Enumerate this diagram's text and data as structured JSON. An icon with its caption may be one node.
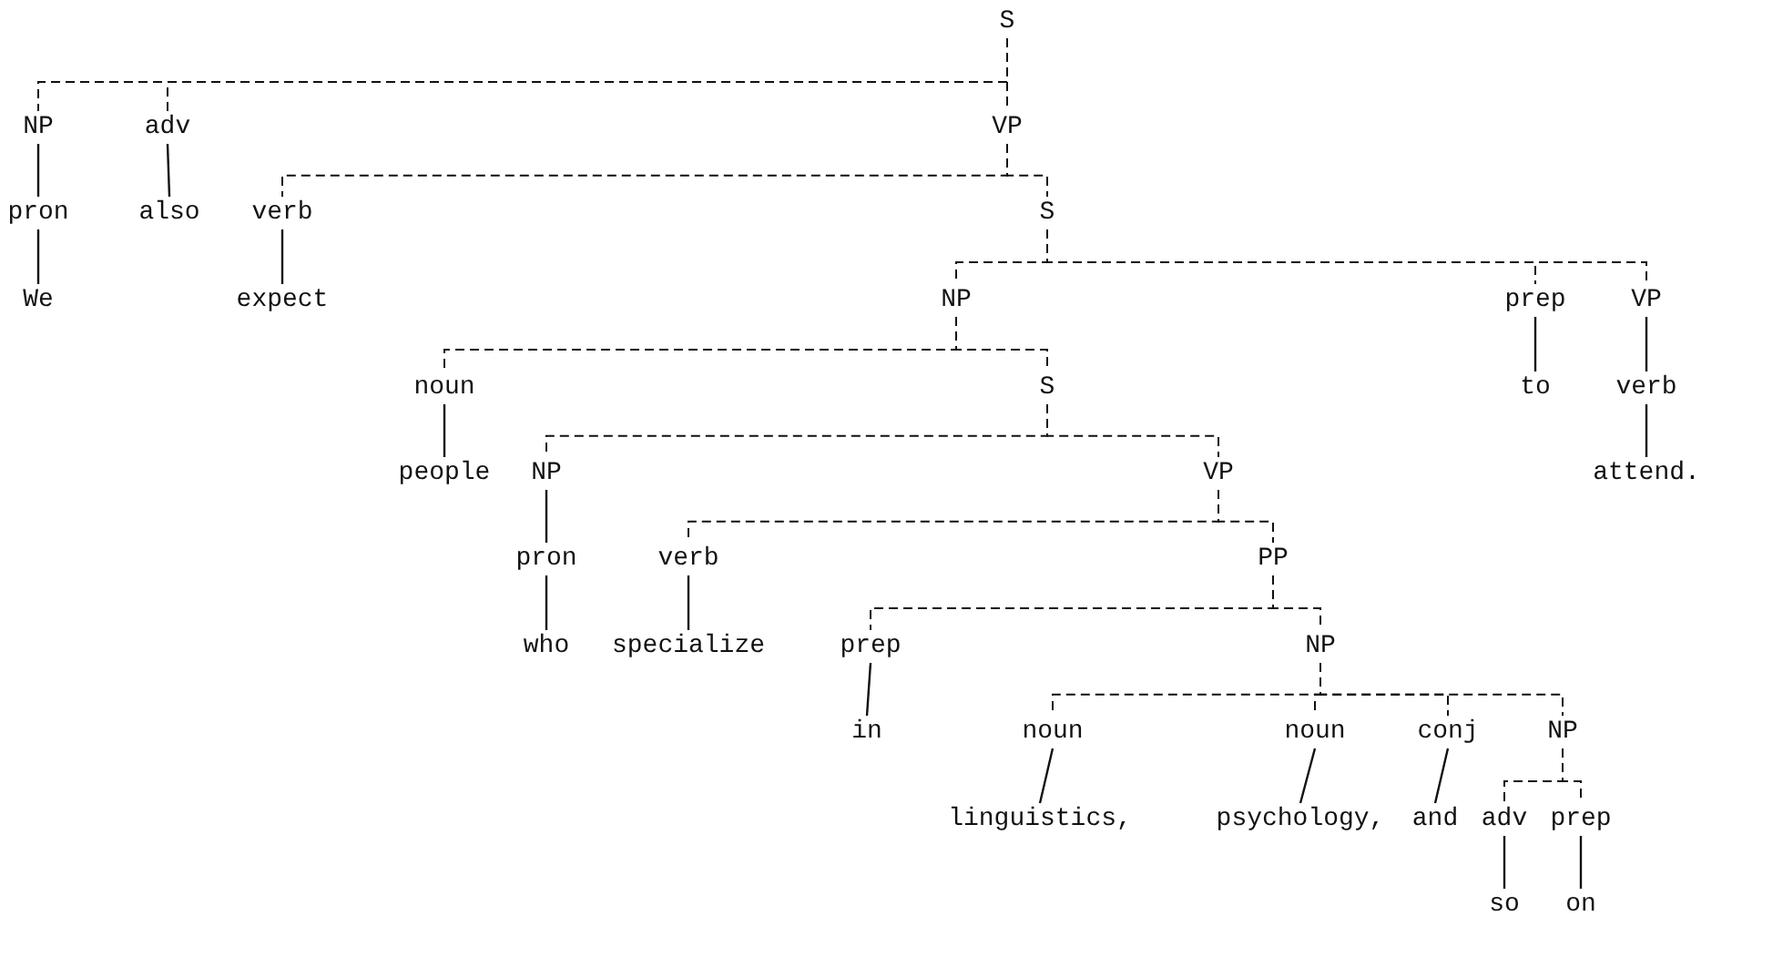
{
  "diagram": {
    "nodes": [
      {
        "text": [
          "S"
        ]
      },
      {
        "text": [
          "NP"
        ]
      },
      {
        "text": [
          "adv"
        ]
      },
      {
        "text": [
          "VP"
        ]
      },
      {
        "text": [
          "pron"
        ]
      },
      {
        "text": [
          "also"
        ]
      },
      {
        "text": [
          "verb"
        ]
      },
      {
        "text": [
          "S"
        ]
      },
      {
        "text": [
          "We"
        ]
      },
      {
        "text": [
          "expect"
        ]
      },
      {
        "text": [
          "NP"
        ]
      },
      {
        "text": [
          "prep"
        ]
      },
      {
        "text": [
          "VP"
        ]
      },
      {
        "text": [
          "noun"
        ]
      },
      {
        "text": [
          "S"
        ]
      },
      {
        "text": [
          "to"
        ]
      },
      {
        "text": [
          "verb"
        ]
      },
      {
        "text": [
          "people"
        ]
      },
      {
        "text": [
          "NP"
        ]
      },
      {
        "text": [
          "VP"
        ]
      },
      {
        "text": [
          "attend."
        ]
      },
      {
        "text": [
          "pron"
        ]
      },
      {
        "text": [
          "verb"
        ]
      },
      {
        "text": [
          "PP"
        ]
      },
      {
        "text": [
          "who"
        ]
      },
      {
        "text": [
          "specialize"
        ]
      },
      {
        "text": [
          "prep"
        ]
      },
      {
        "text": [
          "NP"
        ]
      },
      {
        "text": [
          "in"
        ]
      },
      {
        "text": [
          "noun"
        ]
      },
      {
        "text": [
          "noun"
        ]
      },
      {
        "text": [
          "conj"
        ]
      },
      {
        "text": [
          "NP"
        ]
      },
      {
        "text": [
          "linguistics,"
        ]
      },
      {
        "text": [
          "psychology,"
        ]
      },
      {
        "text": [
          "and"
        ]
      },
      {
        "text": [
          "adv"
        ]
      },
      {
        "text": [
          "prep"
        ]
      },
      {
        "text": [
          "so"
        ]
      },
      {
        "text": [
          "on"
        ]
      }
    ],
    "edges": [
      {
        "from": 0,
        "to": 1,
        "arrow": "none",
        "style": "dashed"
      },
      {
        "from": 0,
        "to": 2,
        "arrow": "none",
        "style": "dashed"
      },
      {
        "from": 0,
        "to": 3,
        "arrow": "none",
        "style": "dashed"
      },
      {
        "from": 1,
        "to": 4,
        "arrow": "none"
      },
      {
        "from": 2,
        "to": 5,
        "arrow": "none"
      },
      {
        "from": 3,
        "to": 6,
        "arrow": "none",
        "style": "dashed"
      },
      {
        "from": 3,
        "to": 7,
        "arrow": "none",
        "style": "dashed"
      },
      {
        "from": 4,
        "to": 8,
        "arrow": "none"
      },
      {
        "from": 6,
        "to": 9,
        "arrow": "none"
      },
      {
        "from": 7,
        "to": 10,
        "arrow": "none",
        "style": "dashed"
      },
      {
        "from": 7,
        "to": 11,
        "arrow": "none",
        "style": "dashed"
      },
      {
        "from": 7,
        "to": 12,
        "arrow": "none",
        "style": "dashed"
      },
      {
        "from": 10,
        "to": 13,
        "arrow": "none",
        "style": "dashed"
      },
      {
        "from": 10,
        "to": 14,
        "arrow": "none",
        "style": "dashed"
      },
      {
        "from": 11,
        "to": 15,
        "arrow": "none"
      },
      {
        "from": 12,
        "to": 16,
        "arrow": "none"
      },
      {
        "from": 13,
        "to": 17,
        "arrow": "none"
      },
      {
        "from": 14,
        "to": 18,
        "arrow": "none",
        "style": "dashed"
      },
      {
        "from": 14,
        "to": 19,
        "arrow": "none",
        "style": "dashed"
      },
      {
        "from": 16,
        "to": 20,
        "arrow": "none"
      },
      {
        "from": 18,
        "to": 21,
        "arrow": "none"
      },
      {
        "from": 19,
        "to": 22,
        "arrow": "none",
        "style": "dashed"
      },
      {
        "from": 19,
        "to": 23,
        "arrow": "none",
        "style": "dashed"
      },
      {
        "from": 21,
        "to": 24,
        "arrow": "none"
      },
      {
        "from": 22,
        "to": 25,
        "arrow": "none"
      },
      {
        "from": 23,
        "to": 26,
        "arrow": "none",
        "style": "dashed"
      },
      {
        "from": 23,
        "to": 27,
        "arrow": "none",
        "style": "dashed"
      },
      {
        "from": 26,
        "to": 28,
        "arrow": "none"
      },
      {
        "from": 27,
        "to": 29,
        "arrow": "none",
        "style": "dashed"
      },
      {
        "from": 27,
        "to": 30,
        "arrow": "none",
        "style": "dashed"
      },
      {
        "from": 27,
        "to": 31,
        "arrow": "none",
        "style": "dashed"
      },
      {
        "from": 27,
        "to": 32,
        "arrow": "none",
        "style": "dashed"
      },
      {
        "from": 29,
        "to": 33,
        "arrow": "none"
      },
      {
        "from": 30,
        "to": 34,
        "arrow": "none"
      },
      {
        "from": 31,
        "to": 35,
        "arrow": "none"
      },
      {
        "from": 32,
        "to": 36,
        "arrow": "none",
        "style": "dashed"
      },
      {
        "from": 32,
        "to": 37,
        "arrow": "none",
        "style": "dashed"
      },
      {
        "from": 36,
        "to": 38,
        "arrow": "none"
      },
      {
        "from": 37,
        "to": 39,
        "arrow": "none"
      }
    ]
  }
}
